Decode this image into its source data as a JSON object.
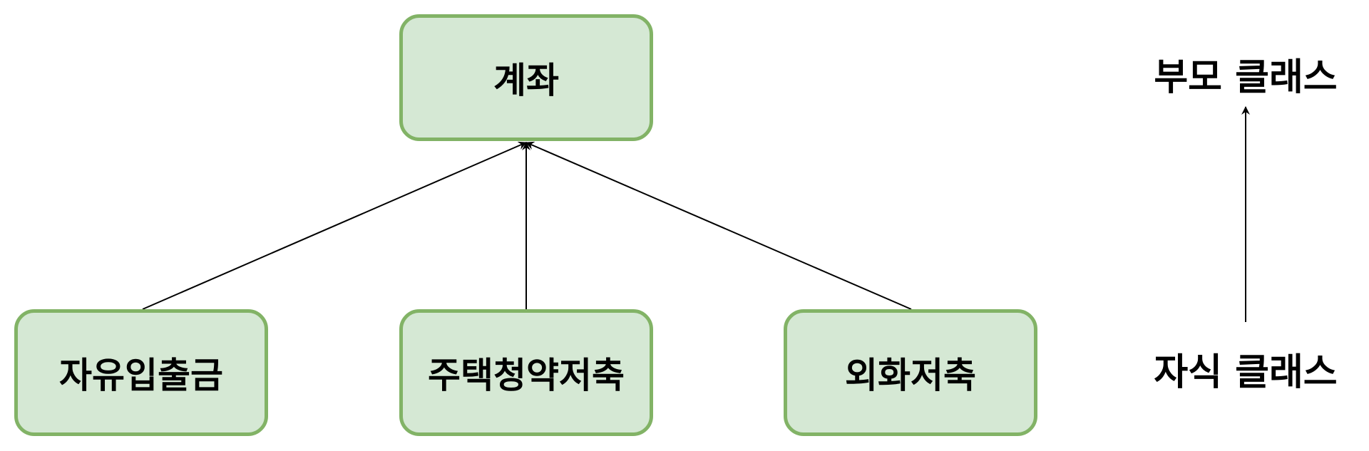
{
  "diagram": {
    "parent_node": {
      "label": "계좌"
    },
    "child_nodes": [
      {
        "label": "자유입출금"
      },
      {
        "label": "주택청약저축"
      },
      {
        "label": "외화저축"
      }
    ],
    "legend": {
      "parent_label": "부모 클래스",
      "child_label": "자식 클래스"
    },
    "colors": {
      "node_fill": "#d5e8d4",
      "node_border": "#82b366",
      "edge": "#000000"
    }
  }
}
